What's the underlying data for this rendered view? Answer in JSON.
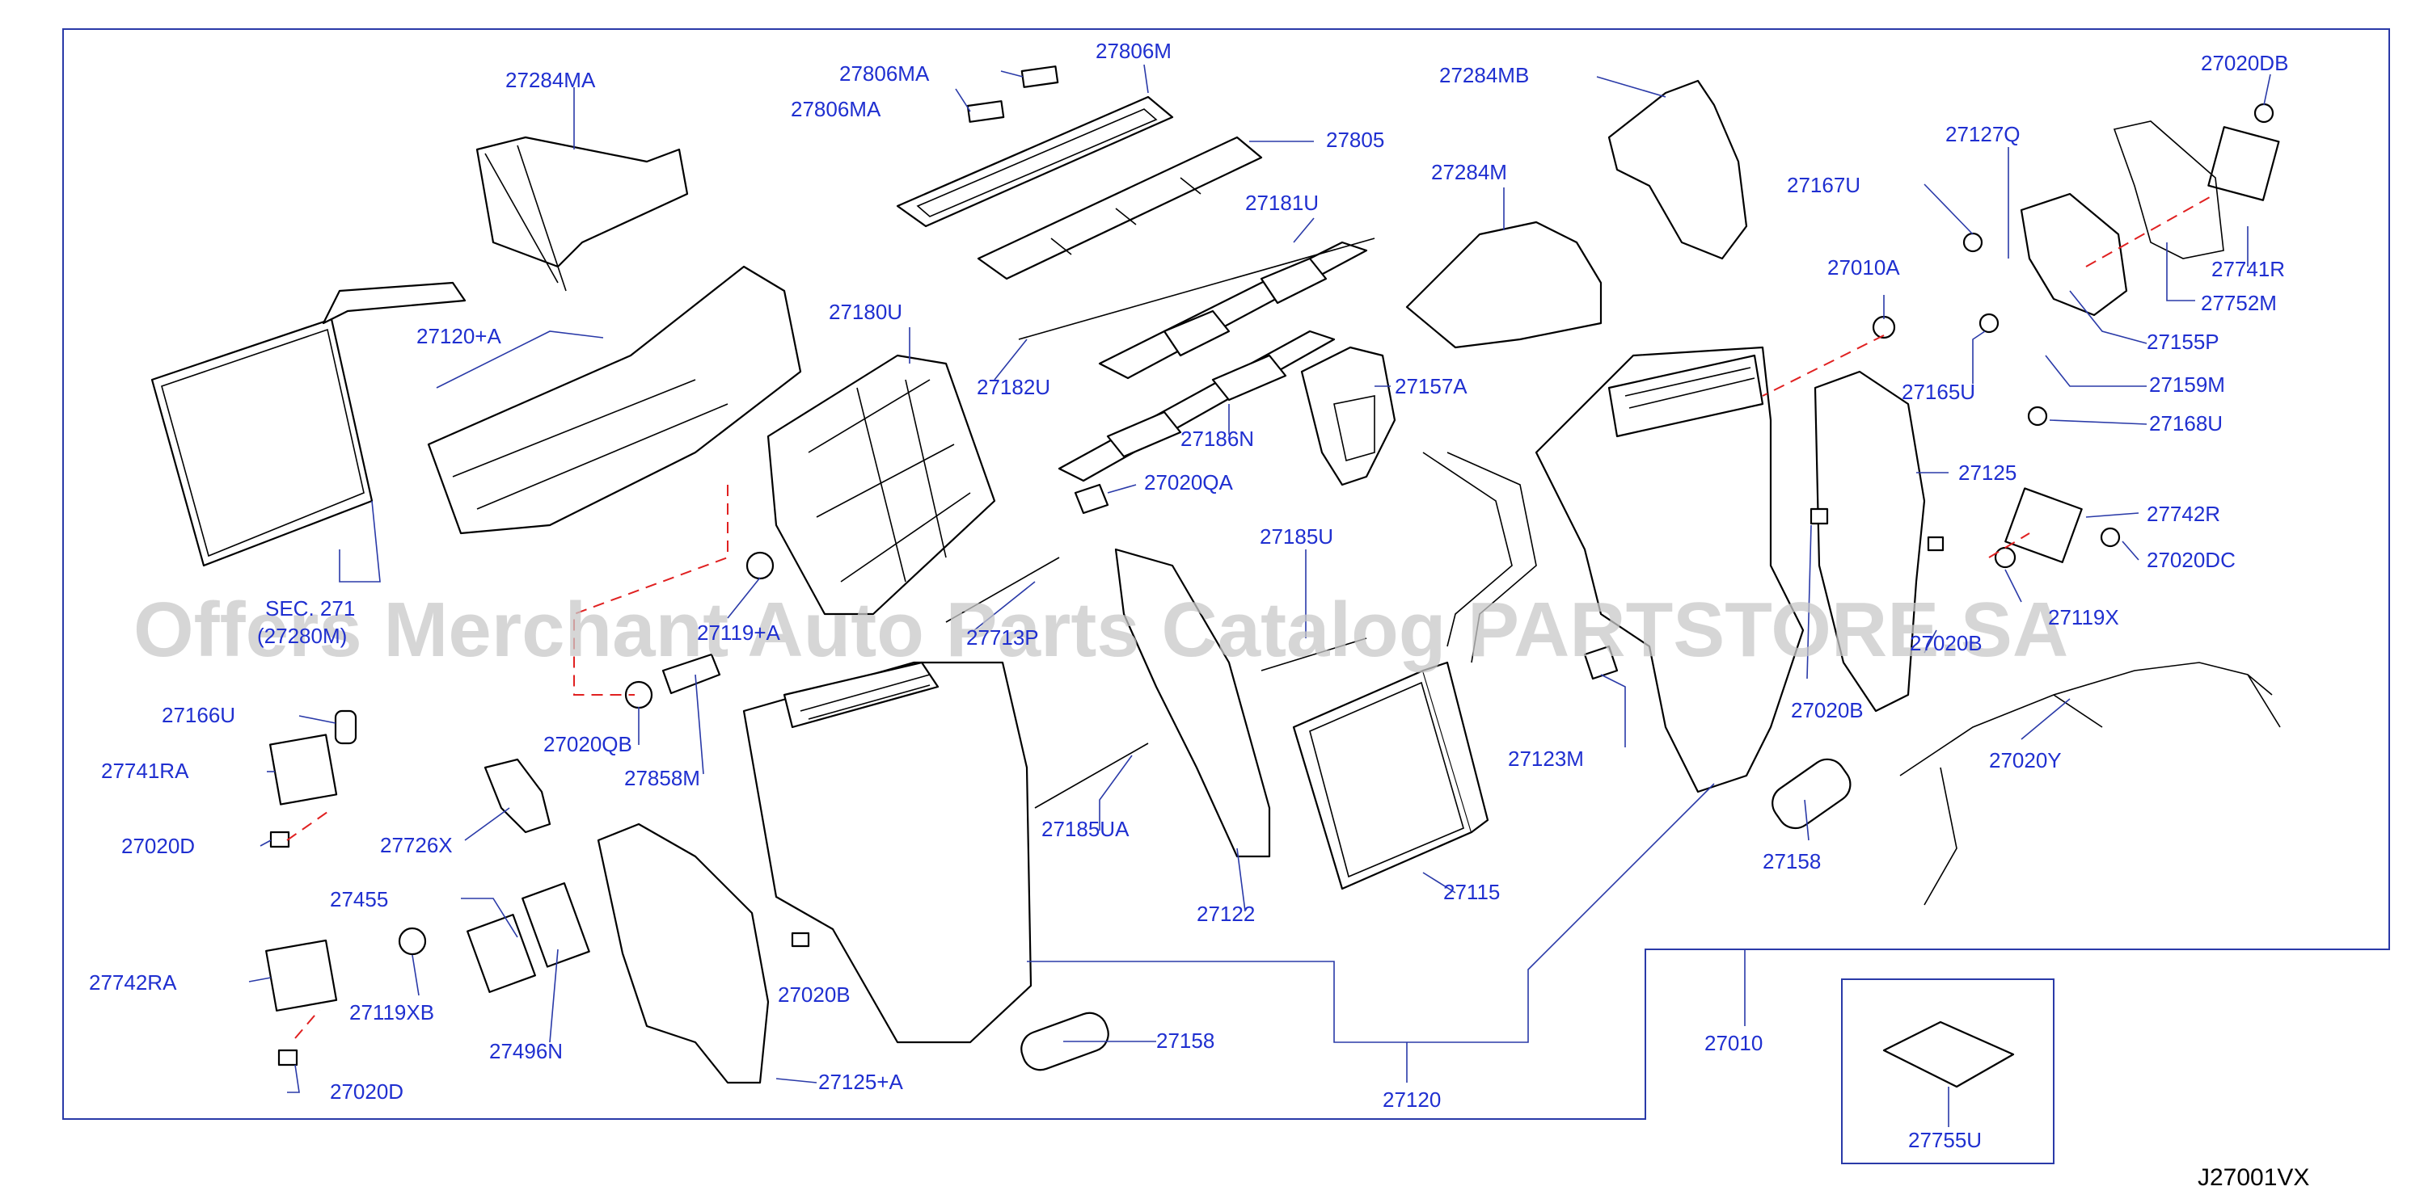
{
  "diagram": {
    "code": "J27001VX",
    "watermark": "Offers Merchant Auto Parts Catalog PARTSTORE.SA",
    "labels": {
      "p27284MA": "27284MA",
      "p27806MA_1": "27806MA",
      "p27806MA_2": "27806MA",
      "p27806M": "27806M",
      "p27805": "27805",
      "p27284MB": "27284MB",
      "p27020DB": "27020DB",
      "p27127Q": "27127Q",
      "p27167U": "27167U",
      "p27741R": "27741R",
      "p27752M": "27752M",
      "p27155P": "27155P",
      "p27010A": "27010A",
      "p27165U": "27165U",
      "p27159M": "27159M",
      "p27168U": "27168U",
      "p27284M": "27284M",
      "p27181U": "27181U",
      "p27120A": "27120+A",
      "p27180U": "27180U",
      "p27182U": "27182U",
      "p27157A": "27157A",
      "p27186N": "27186N",
      "p27020QA": "27020QA",
      "p27125": "27125",
      "p27742R": "27742R",
      "p27020DC": "27020DC",
      "p27185U": "27185U",
      "sec_1": "SEC. 271",
      "sec_2": "(27280M)",
      "p27119A": "27119+A",
      "p27713P": "27713P",
      "p27119X": "27119X",
      "p27020B_r": "27020B",
      "p27020B_m": "27020B",
      "p27020B_l": "27020B",
      "p27166U": "27166U",
      "p27020QB": "27020QB",
      "p27858M": "27858M",
      "p27123M": "27123M",
      "p27020Y": "27020Y",
      "p27741RA": "27741RA",
      "p27726X": "27726X",
      "p27185UA": "27185UA",
      "p27020D_1": "27020D",
      "p27020D_2": "27020D",
      "p27158_r": "27158",
      "p27158_l": "27158",
      "p27455": "27455",
      "p27122": "27122",
      "p27115": "27115",
      "p27742RA": "27742RA",
      "p27119XB": "27119XB",
      "p27496N": "27496N",
      "p27125A": "27125+A",
      "p27010": "27010",
      "p27120": "27120",
      "p27755U": "27755U"
    }
  }
}
